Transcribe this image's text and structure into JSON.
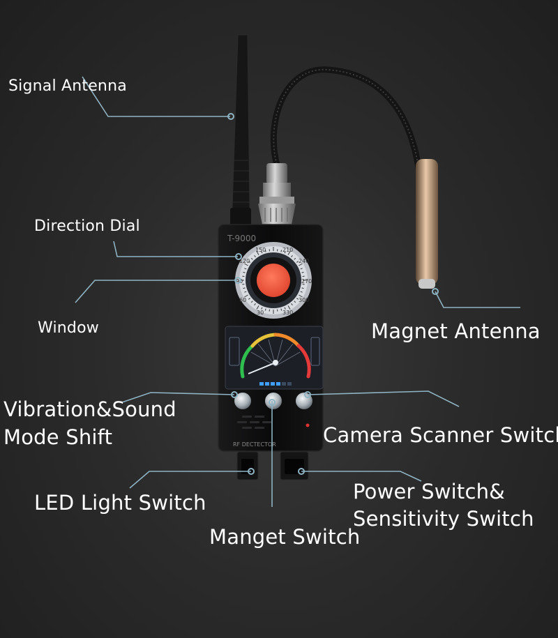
{
  "device": {
    "model": "T-9000",
    "panel_text": "RF DECTECTOR",
    "dial_numbers": [
      "150",
      "210",
      "120",
      "240",
      "90",
      "270",
      "60",
      "300",
      "30",
      "330"
    ]
  },
  "labels": {
    "signal_antenna": "Signal Antenna",
    "direction_dial": "Direction Dial",
    "window": "Window",
    "magnet_antenna": "Magnet Antenna",
    "vibration_line1": "Vibration&Sound",
    "vibration_line2": "Mode Shift",
    "camera_scanner": "Camera Scanner Switch",
    "led_light": "LED Light Switch",
    "power_line1": "Power Switch&",
    "power_line2": "Sensitivity Switch",
    "manget_switch": "Manget Switch"
  },
  "colors": {
    "leader": "#8fb4c4",
    "dial_lens": "#f0533b",
    "body": "#0c0c0d"
  }
}
